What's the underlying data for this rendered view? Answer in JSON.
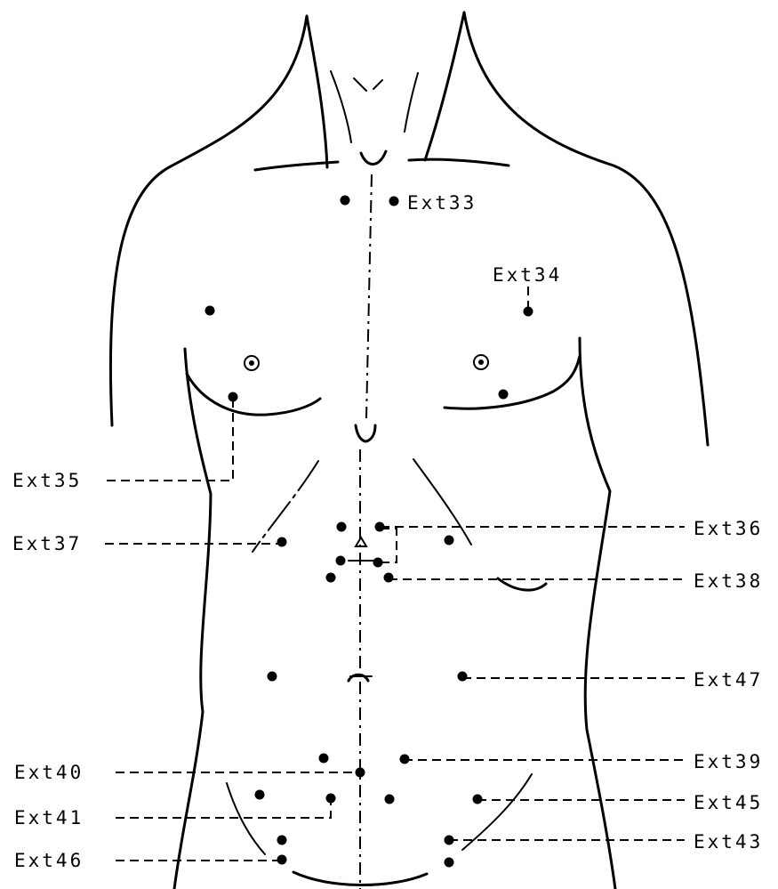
{
  "figure": {
    "labels": {
      "ext33": "Ext33",
      "ext34": "Ext34",
      "ext35": "Ext35",
      "ext36": "Ext36",
      "ext37": "Ext37",
      "ext38": "Ext38",
      "ext47": "Ext47",
      "ext39": "Ext39",
      "ext40": "Ext40",
      "ext41": "Ext41",
      "ext45": "Ext45",
      "ext46": "Ext46",
      "ext43": "Ext43"
    }
  }
}
